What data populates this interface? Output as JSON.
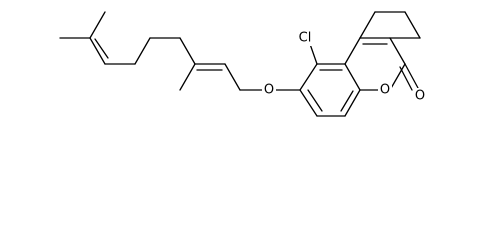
{
  "molecule": {
    "atoms": {
      "chlorine": "Cl",
      "ether_oxygen": "O",
      "ring_oxygen": "O",
      "carbonyl_oxygen": "O"
    }
  }
}
